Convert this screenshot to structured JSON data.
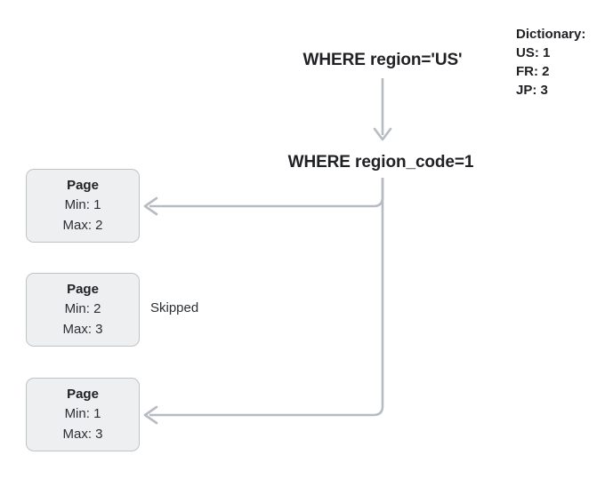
{
  "diagram": {
    "queries": {
      "original": "WHERE region='US'",
      "rewritten": "WHERE region_code=1"
    },
    "dictionary": {
      "heading": "Dictionary:",
      "entries": [
        "US: 1",
        "FR: 2",
        "JP: 3"
      ]
    },
    "pages": [
      {
        "title": "Page",
        "min": "Min: 1",
        "max": "Max: 2"
      },
      {
        "title": "Page",
        "min": "Min: 2",
        "max": "Max: 3"
      },
      {
        "title": "Page",
        "min": "Min: 1",
        "max": "Max: 3"
      }
    ],
    "annotations": {
      "skipped": "Skipped"
    },
    "colors": {
      "background": "#ffffff",
      "box_fill": "#eeeff0",
      "box_border": "#bfc4c9",
      "connector": "#b6bcc2",
      "text": "#202124"
    }
  }
}
